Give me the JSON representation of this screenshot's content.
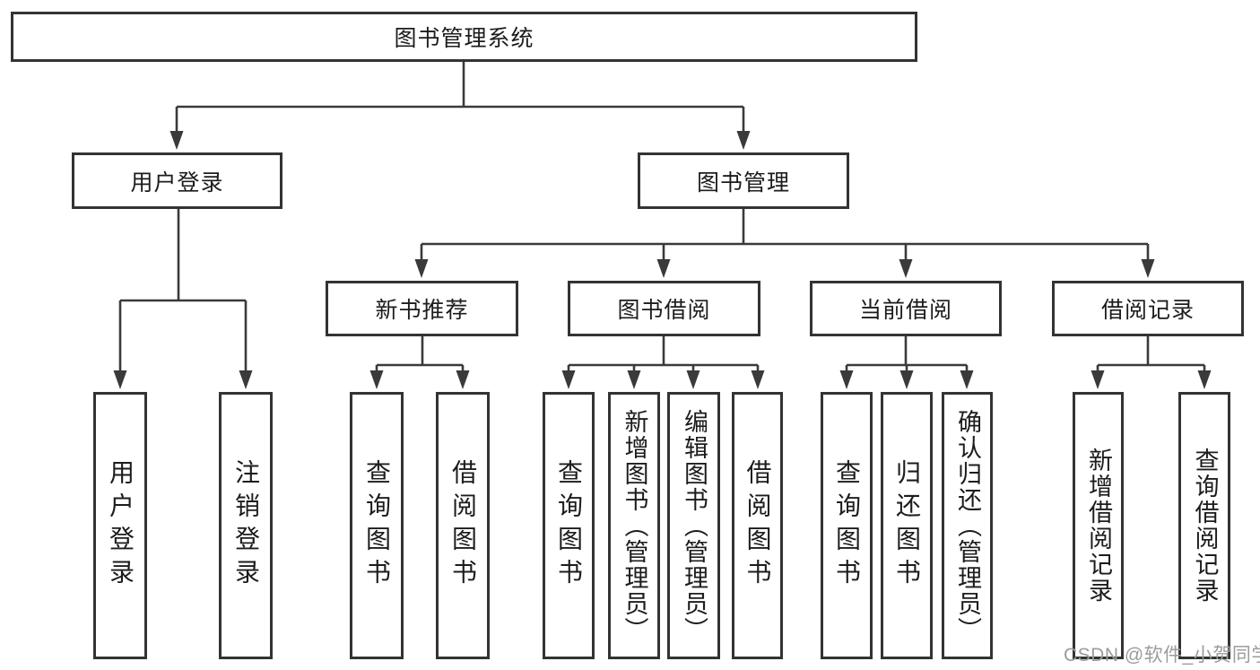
{
  "diagram": {
    "root": {
      "label": "图书管理系统"
    },
    "level2": [
      {
        "label": "用户登录"
      },
      {
        "label": "图书管理"
      }
    ],
    "level3": [
      {
        "label": "新书推荐"
      },
      {
        "label": "图书借阅"
      },
      {
        "label": "当前借阅"
      },
      {
        "label": "借阅记录"
      }
    ],
    "leaves": {
      "login": [
        {
          "label": "用户登录"
        },
        {
          "label": "注销登录"
        }
      ],
      "recommend": [
        {
          "label": "查询图书"
        },
        {
          "label": "借阅图书"
        }
      ],
      "borrow": [
        {
          "label": "查询图书"
        },
        {
          "label": "新增图书（管理员）"
        },
        {
          "label": "编辑图书（管理员）"
        },
        {
          "label": "借阅图书"
        }
      ],
      "current": [
        {
          "label": "查询图书"
        },
        {
          "label": "归还图书"
        },
        {
          "label": "确认归还（管理员）"
        }
      ],
      "records": [
        {
          "label": "新增借阅记录"
        },
        {
          "label": "查询借阅记录"
        }
      ]
    }
  },
  "watermark": {
    "text": "CSDN @软件_小贺同学"
  },
  "colors": {
    "line": "#3a3a3a",
    "border": "#333333",
    "text": "#1c1c1c",
    "watermark": "#9c9c9c",
    "background": "#ffffff"
  }
}
